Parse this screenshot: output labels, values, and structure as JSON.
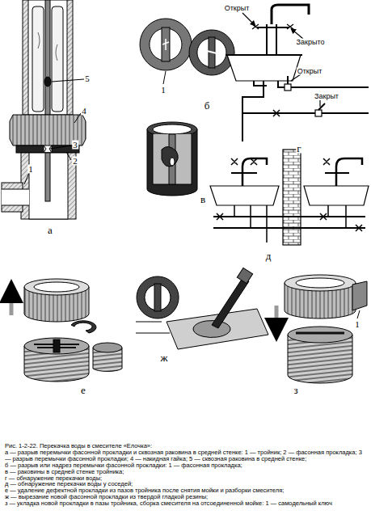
{
  "diagram": {
    "caption": "Рис. 1-2-22. Перекачка воды в смесителе «Елочка»:",
    "labels": [
      "5",
      "4",
      "3",
      "2",
      "1",
      "а",
      "1",
      "б",
      "в",
      "Открыт",
      "Закрыто",
      "Открыт",
      "Закрыт",
      "г",
      "д",
      "е",
      "ж",
      "з",
      "1",
      "а — разрыв перемычки фасонной прокладки и сквозная раковина в средней стенке: 1 — тройник; 2 — фасонная прокладка; 3 — разрыв перемычки фасонной прокладки; 4 — накидная гайка; 5 — сквозная раковина в средней стенке;",
      "б — разрыв или надрез перемычки фасонной прокладки: 1 — фасонная прокладка;",
      "в — раковины в средней стенке тройника;",
      "г — обнаружение перекачки воды;",
      "д — обнаружение перекачки воды у соседей;",
      "е — удаление дефектной прокладки из пазов тройника после снятия мойки и разборки смесителя;",
      "ж — вырезание новой фасонной прокладки из твердой гладкой резины;",
      "з — укладка новой прокладки в пазы тройника, сборка смесителя на отсоединенной мойке: 1 — самодельный ключ"
    ]
  }
}
